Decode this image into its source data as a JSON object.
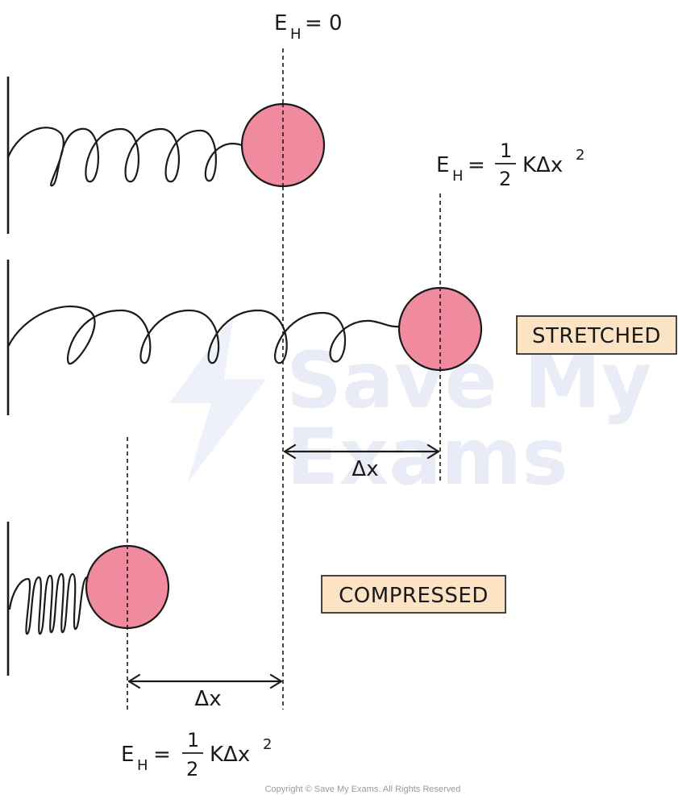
{
  "top_label": {
    "E": "E",
    "sub": "H",
    "rest": "= 0"
  },
  "stretched_energy": {
    "E": "E",
    "sub": "H",
    "eq": "=",
    "num": "1",
    "den": "2",
    "rest": "KΔx",
    "sup": "2"
  },
  "compressed_energy": {
    "E": "E",
    "sub": "H",
    "eq": "=",
    "num": "1",
    "den": "2",
    "rest": "KΔx",
    "sup": "2"
  },
  "stretched_label": "STRETCHED",
  "compressed_label": "COMPRESSED",
  "stretched_displacement": "Δx",
  "compressed_displacement": "Δx",
  "watermark": {
    "line1": "Save My",
    "line2": "Exams"
  },
  "copyright": "Copyright © Save My Exams. All Rights Reserved",
  "colors": {
    "mass": "#f08a9e",
    "label_box": "#fbe3c4",
    "ink": "#1a1a1a"
  }
}
